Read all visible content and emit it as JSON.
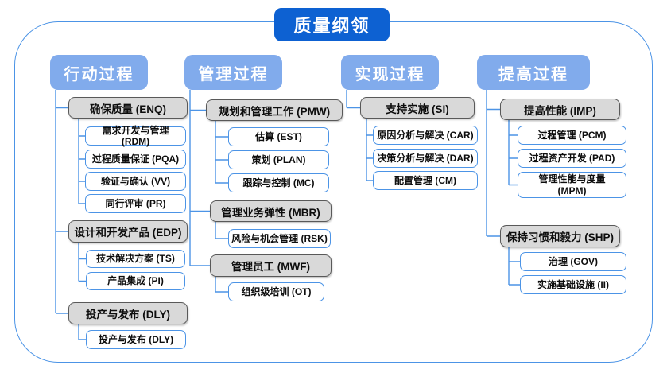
{
  "title": "质量纲领",
  "columns": [
    {
      "header": "行动过程",
      "groups": [
        {
          "label": "确保质量 (ENQ)",
          "children": [
            "需求开发与管理 (RDM)",
            "过程质量保证 (PQA)",
            "验证与确认 (VV)",
            "同行评审 (PR)"
          ]
        },
        {
          "label": "设计和开发产品 (EDP)",
          "children": [
            "技术解决方案 (TS)",
            "产品集成 (PI)"
          ]
        },
        {
          "label": "投产与发布 (DLY)",
          "children": [
            "投产与发布 (DLY)"
          ]
        }
      ]
    },
    {
      "header": "管理过程",
      "groups": [
        {
          "label": "规划和管理工作 (PMW)",
          "children": [
            "估算 (EST)",
            "策划 (PLAN)",
            "跟踪与控制 (MC)"
          ]
        },
        {
          "label": "管理业务弹性 (MBR)",
          "children": [
            "风险与机会管理 (RSK)"
          ]
        },
        {
          "label": "管理员工 (MWF)",
          "children": [
            "组织级培训 (OT)"
          ]
        }
      ]
    },
    {
      "header": "实现过程",
      "groups": [
        {
          "label": "支持实施 (SI)",
          "children": [
            "原因分析与解决 (CAR)",
            "决策分析与解决 (DAR)",
            "配置管理 (CM)"
          ]
        }
      ]
    },
    {
      "header": "提高过程",
      "groups": [
        {
          "label": "提高性能 (IMP)",
          "children": [
            "过程管理 (PCM)",
            "过程资产开发 (PAD)",
            "管理性能与度量\n(MPM)"
          ]
        },
        {
          "label": "保持习惯和毅力 (SHP)",
          "children": [
            "治理 (GOV)",
            "实施基础设施 (II)"
          ]
        }
      ]
    }
  ],
  "colors": {
    "title_bg": "#0D61D2",
    "header_bg": "#81ABEC",
    "group_fill": "#D9D9D9",
    "group_border": "#595959",
    "leaf_border": "#4C94E6",
    "connector": "#4C94E6"
  }
}
